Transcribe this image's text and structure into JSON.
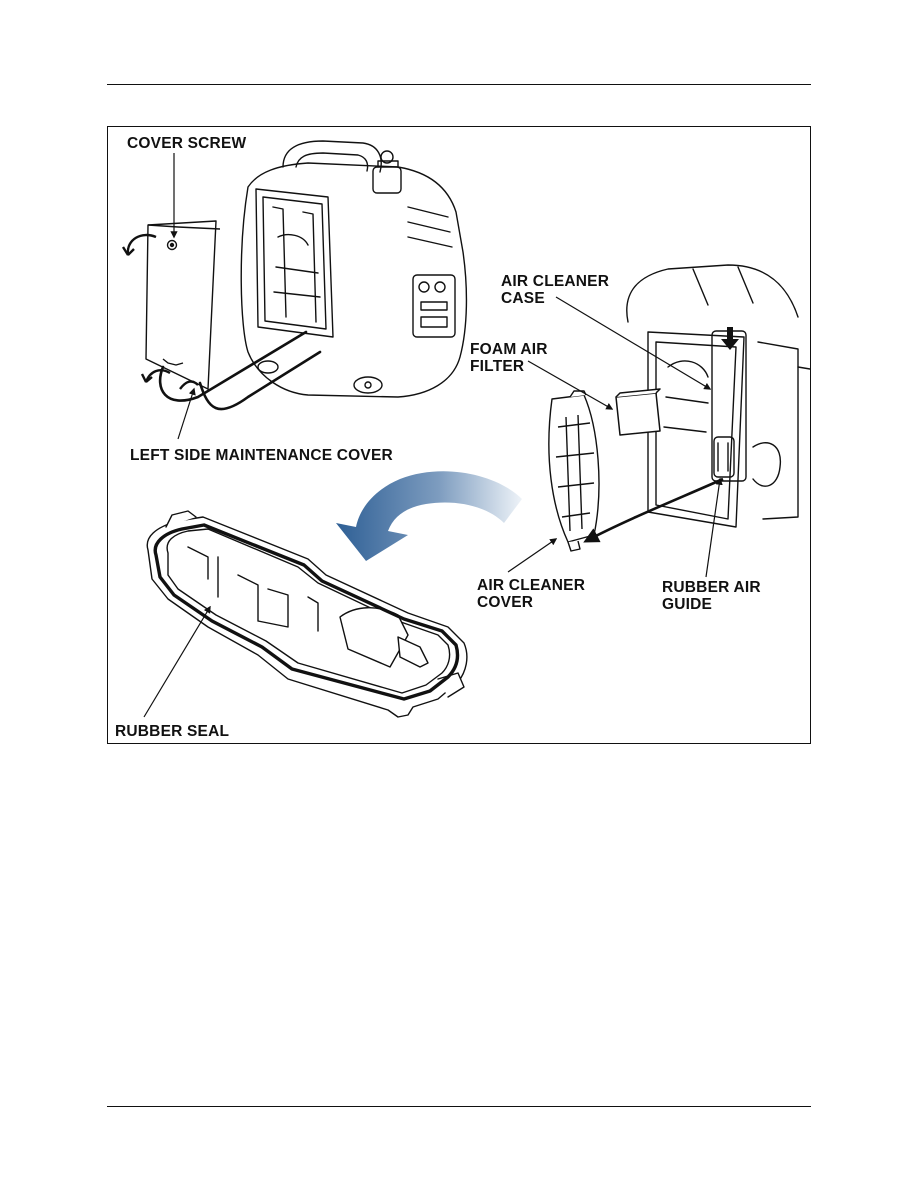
{
  "figure": {
    "labels": {
      "cover_screw": "COVER SCREW",
      "air_cleaner_case": "AIR CLEANER\nCASE",
      "foam_air_filter": "FOAM AIR\nFILTER",
      "left_side_maintenance_cover": "LEFT SIDE MAINTENANCE COVER",
      "air_cleaner_cover": "AIR CLEANER\nCOVER",
      "rubber_air_guide": "RUBBER AIR\nGUIDE",
      "rubber_seal": "RUBBER SEAL"
    },
    "colors": {
      "line": "#111111",
      "arrow_dark": "#2e5f95",
      "arrow_light": "#dfe8f1"
    }
  }
}
